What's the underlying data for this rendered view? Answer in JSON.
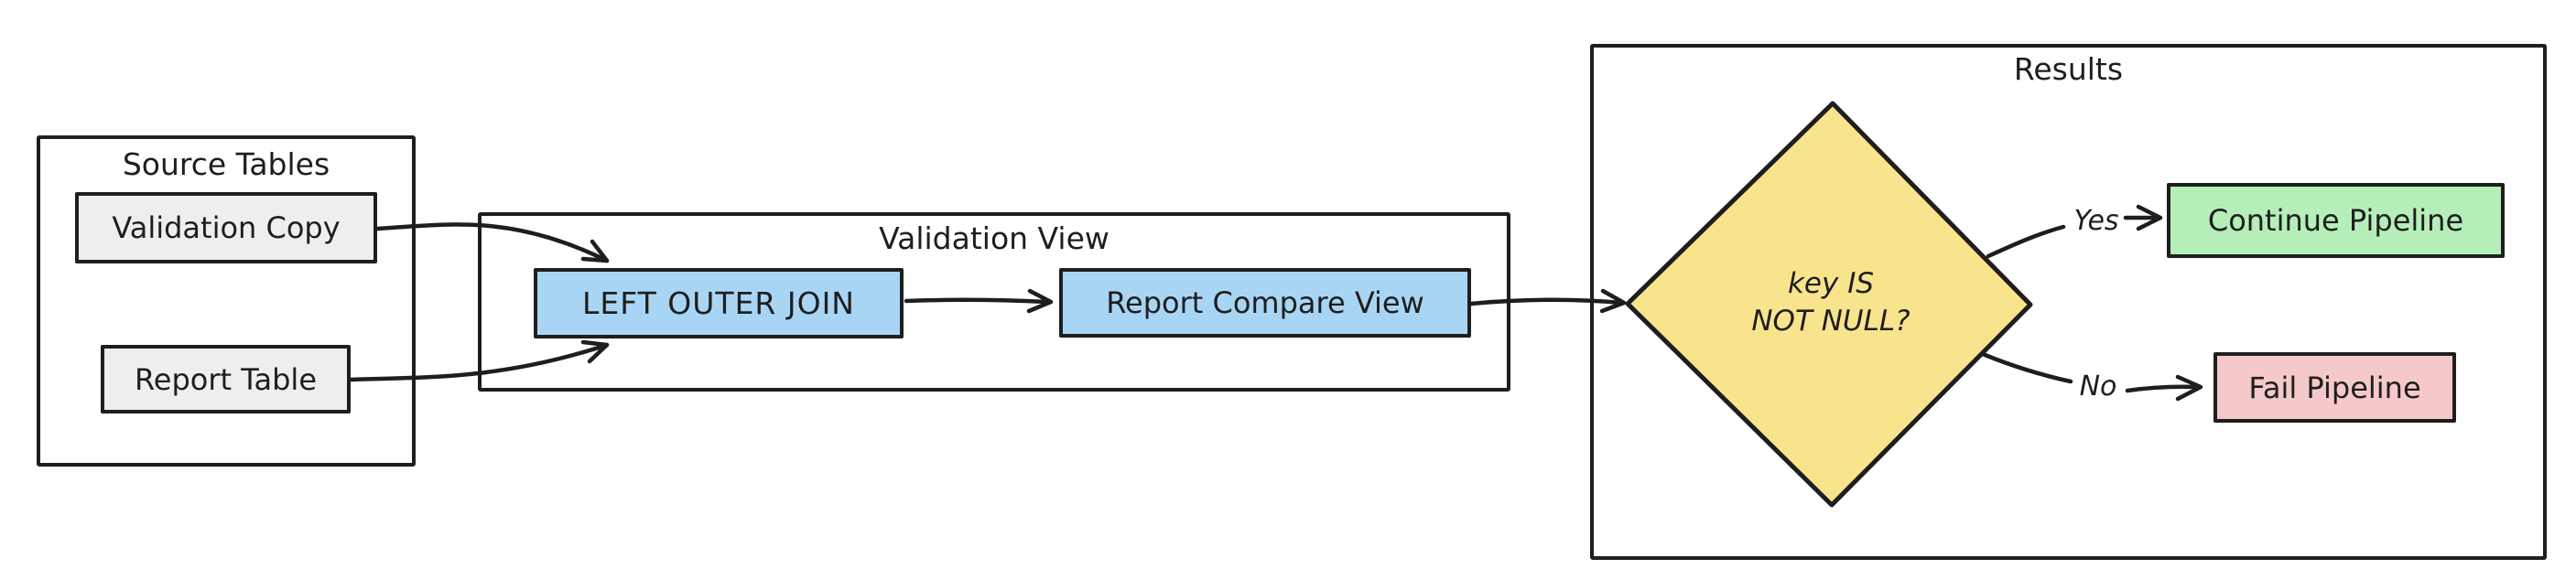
{
  "canvas": {
    "background": "#ffffff"
  },
  "palette": {
    "stroke": "#1e1e1e",
    "node_gray": "#eceef0",
    "node_blue": "#a9d5f5",
    "node_yellow": "#f9e48e",
    "node_green": "#b5eeb9",
    "node_pink": "#f5c9c9"
  },
  "source_tables": {
    "title": "Source Tables",
    "validation_copy": "Validation Copy",
    "report_table": "Report Table"
  },
  "validation_view": {
    "title": "Validation View",
    "left_outer_join": "LEFT OUTER JOIN",
    "report_compare_view": "Report Compare View"
  },
  "results": {
    "title": "Results",
    "decision": {
      "line1": "key IS",
      "line2": "NOT NULL?"
    },
    "yes_label": "Yes",
    "no_label": "No",
    "continue_pipeline": "Continue Pipeline",
    "fail_pipeline": "Fail Pipeline"
  }
}
